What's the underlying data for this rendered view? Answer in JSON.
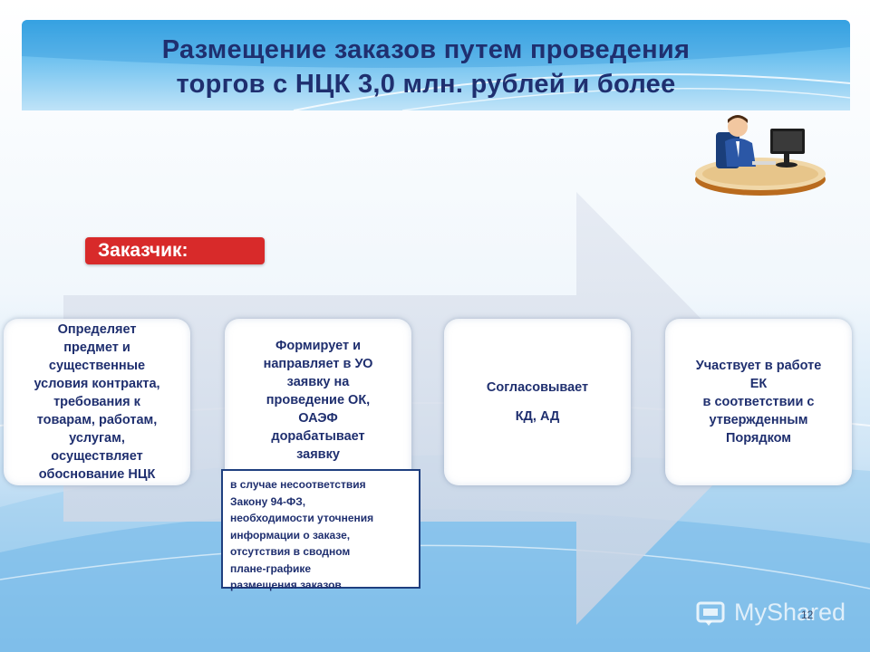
{
  "slide": {
    "title_line1": "Размещение заказов путем проведения",
    "title_line2": "торгов с НЦК  3,0 млн. рублей и более",
    "role_label": "Заказчик:",
    "cards": [
      {
        "lines": [
          "Определяет",
          "предмет и",
          "существенные",
          "условия контракта,",
          "требования к",
          "товарам, работам,",
          "услугам,",
          "осуществляет",
          "обоснование НЦК"
        ]
      },
      {
        "lines": [
          "Формирует и",
          "направляет в УО",
          "заявку на",
          "проведение ОК,",
          "ОАЭФ",
          "дорабатывает",
          "заявку"
        ]
      },
      {
        "lines": [
          "Согласовывает",
          "",
          "КД, АД"
        ]
      },
      {
        "lines": [
          "Участвует в работе",
          "ЕК",
          "в соответствии с",
          "утвержденным",
          "Порядком"
        ]
      }
    ],
    "note_lines": [
      "в случае несоответствия",
      "Закону 94-ФЗ,",
      "необходимости уточнения",
      "информации о заказе,",
      "отсутствия  в сводном",
      "плане-графике",
      "размещения заказов"
    ],
    "page_number": "12",
    "watermark": "MyShared"
  },
  "colors": {
    "title_text": "#1f2f6f",
    "role_label_bg": "#d82a2a",
    "note_border": "#1f3f7f",
    "arrow_fill": "#dce3ee"
  },
  "icons": {
    "worker": "office-worker-at-computer-icon",
    "watermark_logo": "myshared-logo-icon"
  }
}
